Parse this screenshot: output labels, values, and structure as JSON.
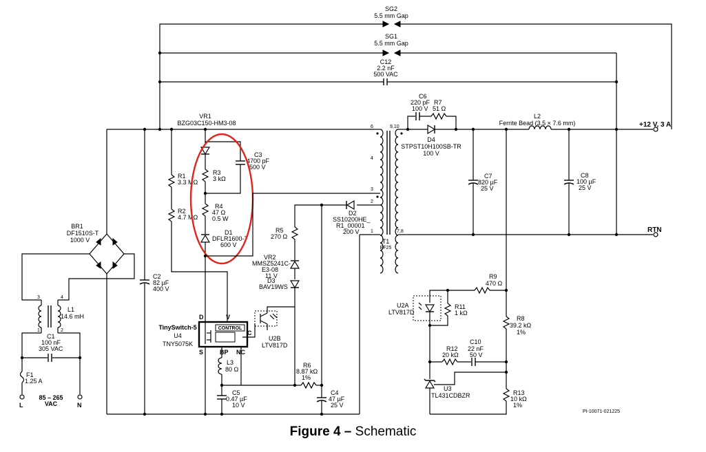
{
  "caption": {
    "figure_label": "Figure 4 –",
    "title": "Schematic"
  },
  "drawing_id": "PI-10071-021225",
  "nets": {
    "vout": "+12 V, 3 A",
    "rtn": "RTN"
  },
  "input": {
    "voltage": "85 – 265",
    "unit": "VAC",
    "line": "L",
    "neutral": "N"
  },
  "components": {
    "SG2": {
      "ref": "SG2",
      "value": "5.5 mm Gap"
    },
    "SG1": {
      "ref": "SG1",
      "value": "5.5 mm Gap"
    },
    "C12": {
      "ref": "C12",
      "value": "2.2 nF",
      "rating": "500 VAC"
    },
    "C6": {
      "ref": "C6",
      "value": "220 pF",
      "rating": "100 V"
    },
    "R7": {
      "ref": "R7",
      "value": "51 Ω"
    },
    "D4": {
      "ref": "D4",
      "part": "STPST10H100SB-TR",
      "rating": "100 V"
    },
    "L2": {
      "ref": "L2",
      "value": "Ferrite Bead (3.5 × 7.6 mm)"
    },
    "VR1": {
      "ref": "VR1",
      "part": "BZG03C150-HM3-08"
    },
    "C3": {
      "ref": "C3",
      "value": "4700 pF",
      "rating": "500 V"
    },
    "R3": {
      "ref": "R3",
      "value": "3 kΩ"
    },
    "R1": {
      "ref": "R1",
      "value": "3.3 MΩ"
    },
    "R2": {
      "ref": "R2",
      "value": "4.7 MΩ"
    },
    "R4": {
      "ref": "R4",
      "value": "47 Ω",
      "rating": "0.5 W"
    },
    "D1": {
      "ref": "D1",
      "part": "DFLR1600-7",
      "rating": "600 V"
    },
    "BR1": {
      "ref": "BR1",
      "part": "DF1510S-T",
      "rating": "1000 V"
    },
    "C2": {
      "ref": "C2",
      "value": "82 µF",
      "rating": "400 V"
    },
    "R5": {
      "ref": "R5",
      "value": "270 Ω"
    },
    "VR2": {
      "ref": "VR2",
      "part": "MMSZ5241C-",
      "part2": "E3-08",
      "rating": "11 V"
    },
    "D3": {
      "ref": "D3",
      "part": "BAV19WS"
    },
    "D2": {
      "ref": "D2",
      "part": "SS10200HE_",
      "part2": "R1_00001",
      "rating": "200 V"
    },
    "T1": {
      "ref": "T1",
      "part": "EF25"
    },
    "C7": {
      "ref": "C7",
      "value": "820 µF",
      "rating": "25 V"
    },
    "C8": {
      "ref": "C8",
      "value": "100 µF",
      "rating": "25 V"
    },
    "L1": {
      "ref": "L1",
      "value": "14.6 mH"
    },
    "C1": {
      "ref": "C1",
      "value": "100 nF",
      "rating": "305 VAC"
    },
    "F1": {
      "ref": "F1",
      "value": "1.25 A"
    },
    "U4": {
      "family": "TinySwitch-5",
      "ref": "U4",
      "part": "TNY5075K",
      "block": "CONTROL"
    },
    "U2B": {
      "ref": "U2B",
      "part": "LTV817D"
    },
    "L3": {
      "ref": "L3",
      "value": "80 Ω"
    },
    "C5": {
      "ref": "C5",
      "value": "0.47 µF",
      "rating": "10 V"
    },
    "R6": {
      "ref": "R6",
      "value": "8.87 kΩ",
      "tol": "1%"
    },
    "C4": {
      "ref": "C4",
      "value": "47 µF",
      "rating": "25 V"
    },
    "R9": {
      "ref": "R9",
      "value": "470 Ω"
    },
    "U2A": {
      "ref": "U2A",
      "part": "LTV817D"
    },
    "R11": {
      "ref": "R11",
      "value": "1 kΩ"
    },
    "R8": {
      "ref": "R8",
      "value": "39.2 kΩ",
      "tol": "1%"
    },
    "R12": {
      "ref": "R12",
      "value": "20 kΩ"
    },
    "C10": {
      "ref": "C10",
      "value": "22 nF",
      "rating": "50 V"
    },
    "U3": {
      "ref": "U3",
      "part": "TL431CDBZR"
    },
    "R13": {
      "ref": "R13",
      "value": "10 kΩ",
      "tol": "1%"
    }
  },
  "pins": {
    "u4_d": "D",
    "u4_v": "V",
    "u4_s": "S",
    "u4_bp": "BP",
    "u4_nc": "NC",
    "u4_c": "C",
    "t1_6": "6",
    "t1_4": "4",
    "t1_3": "3",
    "t1_2": "2",
    "t1_1": "1",
    "t1_910": "9,10",
    "t1_78": "7,8",
    "l1_3": "3",
    "l1_4": "4",
    "l1_1": "1",
    "l1_2": "2"
  },
  "colors": {
    "highlight": "#e2231a",
    "ink": "#000000"
  }
}
